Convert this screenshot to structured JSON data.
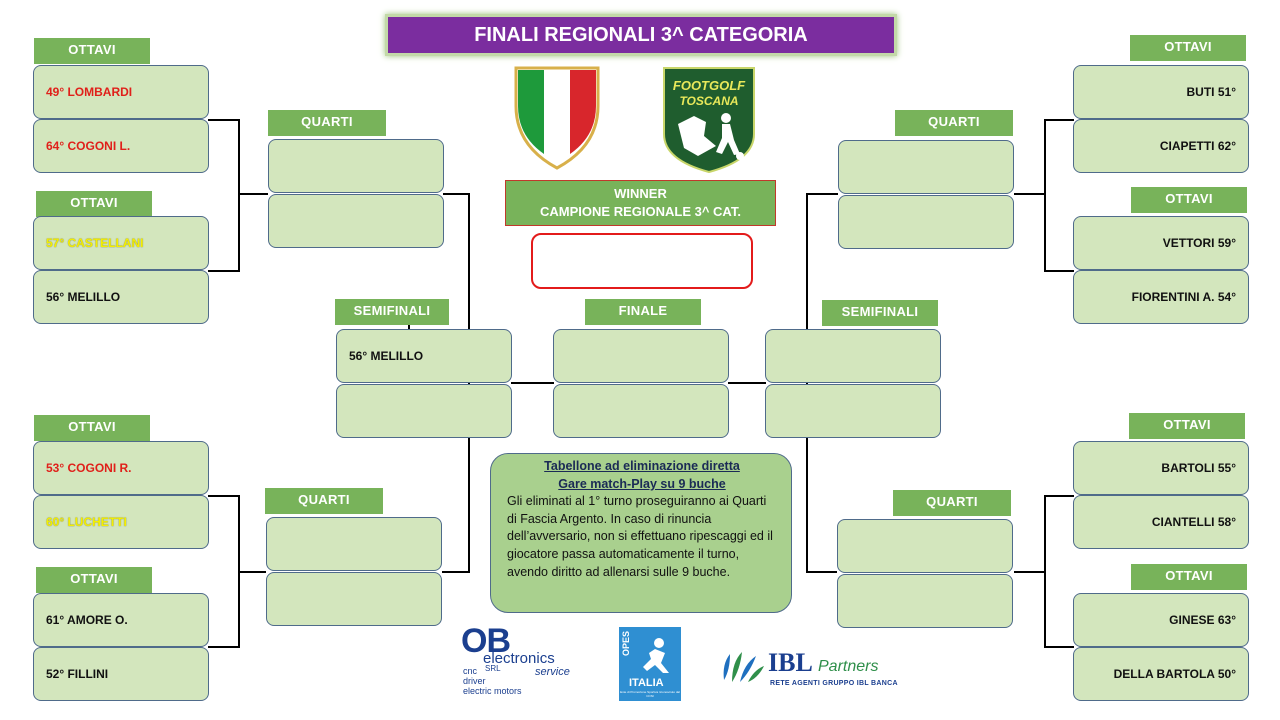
{
  "title": "FINALI REGIONALI 3^ CATEGORIA",
  "tabs": {
    "ottavi": "OTTAVI",
    "quarti": "QUARTI",
    "semifinali": "SEMIFINALI",
    "finale": "FINALE"
  },
  "winner": {
    "line1": "WINNER",
    "line2": "CAMPIONE REGIONALE 3^ CAT."
  },
  "left": {
    "r16": [
      "49° LOMBARDI",
      "64° COGONI L.",
      "57° CASTELLANI",
      "56° MELILLO",
      "53° COGONI R.",
      "60° LUCHETTI",
      "61° AMORE O.",
      "52° FILLINI"
    ],
    "semi_top": "56° MELILLO"
  },
  "right": {
    "r16": [
      "BUTI 51°",
      "CIAPETTI 62°",
      "VETTORI 59°",
      "FIORENTINI A. 54°",
      "BARTOLI 55°",
      "CIANTELLI 58°",
      "GINESE 63°",
      "DELLA BARTOLA 50°"
    ]
  },
  "info": {
    "heading1": "Tabellone ad eliminazione diretta",
    "heading2": "Gare match-Play su 9 buche",
    "body": "Gli eliminati al 1° turno proseguiranno ai Quarti di Fascia Argento. In caso di rinuncia dell’avversario, non si effettuano ripescaggi ed il giocatore passa automaticamente il turno,  avendo diritto ad allenarsi sulle 9 buche."
  },
  "logos": {
    "footgolf_line1": "FOOTGOLF",
    "footgolf_line2": "TOSCANA",
    "ob_main": "OB",
    "ob_sub": "electronics",
    "ob_srl": "SRL",
    "ob_service": "service",
    "ob_items": [
      "cnc",
      "driver",
      "electric motors"
    ],
    "opes": "OPES",
    "opes_italia": "ITALIA",
    "opes_caption": "Ente di Promozione Sportiva riconosciuto dal CONI",
    "ibl_main": "IBL",
    "ibl_partners": "Partners",
    "ibl_caption": "RETE AGENTI GRUPPO IBL BANCA"
  },
  "colors": {
    "slot": "#d3e6bd",
    "tab": "#78b35a",
    "title_bg": "#7b2d9f",
    "lost": "#e0201a",
    "highlight": "#f4f000"
  }
}
